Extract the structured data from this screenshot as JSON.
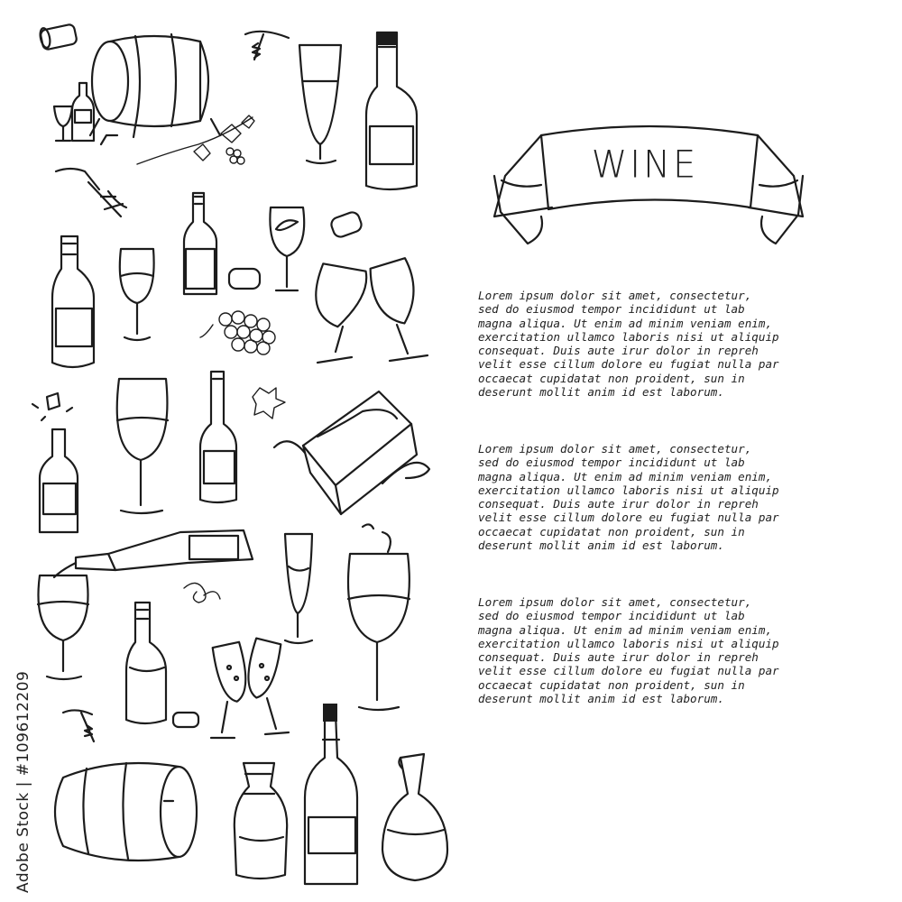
{
  "banner": {
    "title": "WINE"
  },
  "paragraphs": [
    "Lorem ipsum dolor sit amet, consectetur,\nsed do eiusmod tempor incididunt  ut  lab\nmagna aliqua. Ut enim ad minim veniam  enim,\nexercitation ullamco laboris nisi ut aliquip\nconsequat. Duis aute irur dolor in repreh\nvelit esse cillum dolore eu fugiat nulla par\noccaecat cupidatat non proident, sun in\ndeserunt mollit anim id est laborum.",
    "Lorem ipsum dolor sit amet, consectetur,\nsed do eiusmod tempor incididunt  ut  lab\nmagna aliqua. Ut enim ad minim veniam  enim,\nexercitation ullamco laboris nisi ut aliquip\nconsequat. Duis aute irur dolor in repreh\nvelit esse cillum dolore eu fugiat nulla par\noccaecat cupidatat non proident, sun in\ndeserunt mollit anim id est laborum.",
    "Lorem ipsum dolor sit amet, consectetur,\nsed do eiusmod tempor incididunt  ut  lab\nmagna aliqua. Ut enim ad minim veniam  enim,\nexercitation ullamco laboris nisi ut aliquip\nconsequat. Duis aute irur dolor in repreh\nvelit esse cillum dolore eu fugiat nulla par\noccaecat cupidatat non proident, sun in\ndeserunt mollit anim id est laborum."
  ],
  "watermark": {
    "text": "Adobe Stock | #109612209"
  },
  "colors": {
    "ink": "#1c1c1c",
    "background": "#ffffff"
  },
  "icons": [
    "cork-icon",
    "barrel-on-stand-icon",
    "corkscrew-icon",
    "champagne-flute-icon",
    "wine-bottle-icon",
    "small-wine-glass-icon",
    "small-bottle-icon",
    "grape-vine-icon",
    "wing-corkscrew-icon",
    "bottle-in-cooler-icon",
    "swirling-glass-icon",
    "cork-icon",
    "tall-bottle-icon",
    "wine-glass-icon",
    "cork-icon",
    "grape-bunch-icon",
    "clinking-glasses-icon",
    "popping-bottle-icon",
    "large-wine-glass-icon",
    "bottle-icon",
    "vine-leaf-icon",
    "wine-box-icon",
    "pouring-bottle-icon",
    "glass-being-filled-icon",
    "flute-icon",
    "tasting-glass-icon",
    "curl-icon",
    "clear-bottle-icon",
    "champagne-toast-icon",
    "corkscrew-icon",
    "cork-icon",
    "barrel-icon",
    "jug-icon",
    "champagne-bottle-icon",
    "decanter-icon"
  ]
}
